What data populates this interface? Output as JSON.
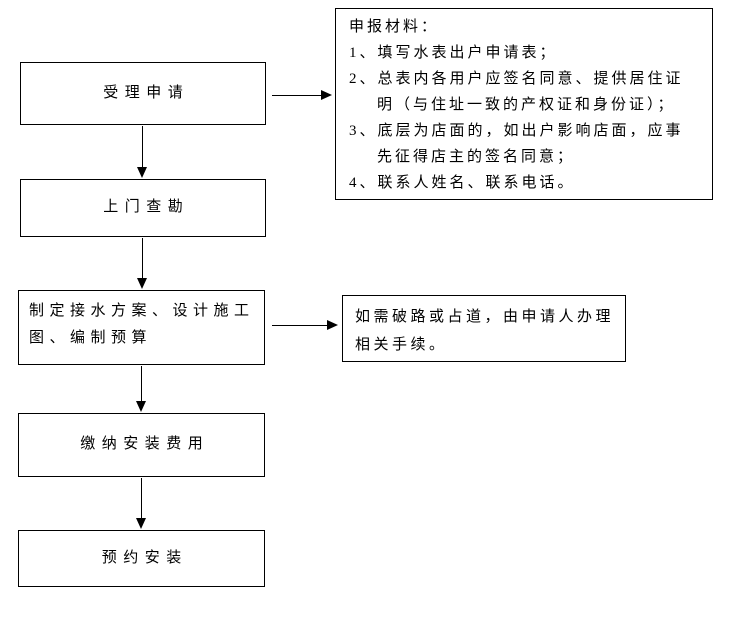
{
  "flowchart": {
    "colors": {
      "box_border": "#000000",
      "arrow": "#000000",
      "text": "#000000",
      "background": "#ffffff"
    },
    "steps": [
      {
        "id": "accept",
        "label": "受理申请"
      },
      {
        "id": "survey",
        "label": "上门查勘"
      },
      {
        "id": "plan",
        "label": "制定接水方案、设计施工图、编制预算"
      },
      {
        "id": "pay",
        "label": "缴纳安装费用"
      },
      {
        "id": "book",
        "label": "预约安装"
      }
    ],
    "materials_note": {
      "title": "申报材料：",
      "items": [
        "1、填写水表出户申请表；",
        "2、总表内各用户应签名同意、提供居住证明（与住址一致的产权证和身份证）；",
        "3、底层为店面的，如出户影响店面，应事先征得店主的签名同意；",
        "4、联系人姓名、联系电话。"
      ]
    },
    "road_note": "如需破路或占道，由申请人办理相关手续。"
  }
}
